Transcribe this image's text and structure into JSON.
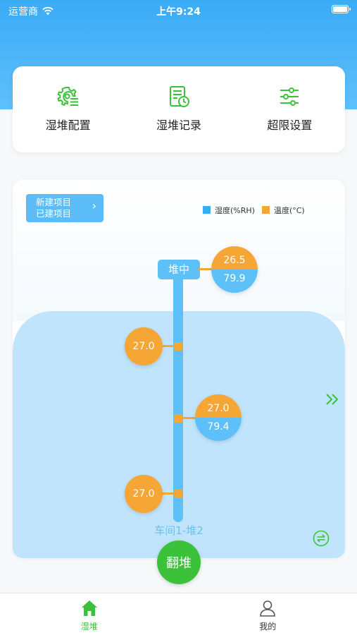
{
  "status_bar": {
    "carrier": "运营商",
    "time": "上午9:24"
  },
  "menu": [
    {
      "label": "湿堆配置",
      "icon": "gear-list-icon"
    },
    {
      "label": "湿堆记录",
      "icon": "record-clock-icon"
    },
    {
      "label": "超限设置",
      "icon": "sliders-icon"
    }
  ],
  "project_button": {
    "line1": "新建项目",
    "line2": "已建项目"
  },
  "legend": {
    "humidity": "湿度(%RH)",
    "temperature": "温度(°C)"
  },
  "pole": {
    "tag": "堆中"
  },
  "sensors": [
    {
      "temperature": "26.5",
      "humidity": "79.9"
    },
    {
      "temperature": "27.0"
    },
    {
      "temperature": "27.0",
      "humidity": "79.4"
    },
    {
      "temperature": "27.0"
    }
  ],
  "pile_name": "车间1-堆2",
  "turn_button": "翻堆",
  "tabs": [
    {
      "label": "湿堆",
      "active": true
    },
    {
      "label": "我的",
      "active": false
    }
  ],
  "colors": {
    "accent_green": "#3cc13b",
    "humidity_blue": "#5ec0f8",
    "temperature_orange": "#f5a634",
    "header_blue": "#3aabf6"
  }
}
